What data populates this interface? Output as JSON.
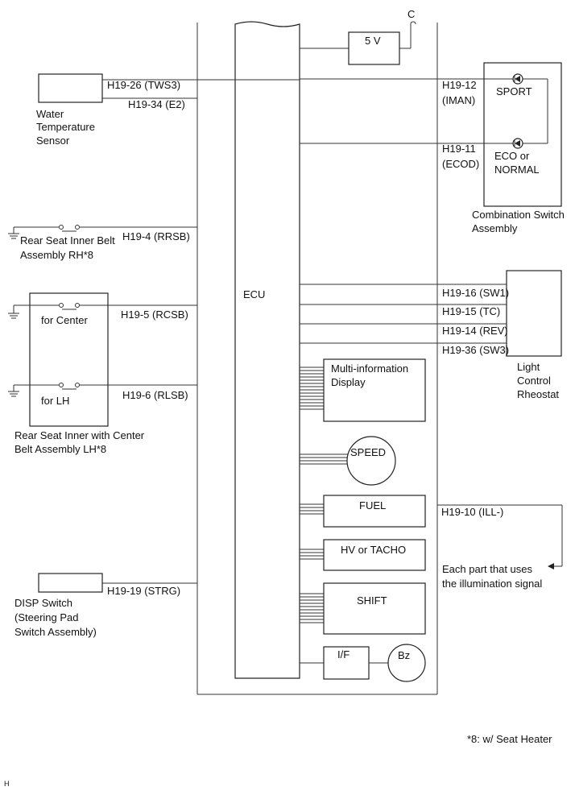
{
  "ecu": {
    "label": "ECU"
  },
  "supply": {
    "voltage": "5 V",
    "node": "C"
  },
  "sensors": {
    "water_temp": {
      "name_lines": [
        "Water",
        "Temperature",
        "Sensor"
      ],
      "pin1": "H19-26 (TWS3)",
      "pin2": "H19-34 (E2)"
    },
    "rear_rh": {
      "name_lines": [
        "Rear Seat Inner Belt",
        "Assembly RH*8"
      ],
      "pin": "H19-4 (RRSB)"
    },
    "rear_lh_center": {
      "center_label": "for Center",
      "center_pin": "H19-5 (RCSB)",
      "lh_label": "for LH",
      "lh_pin": "H19-6 (RLSB)",
      "name_lines": [
        "Rear Seat Inner with Center",
        "Belt Assembly LH*8"
      ]
    },
    "disp": {
      "name_lines": [
        "DISP Switch",
        "(Steering Pad",
        "Switch Assembly)"
      ],
      "pin": "H19-19 (STRG)"
    }
  },
  "combination_switch": {
    "sport_pin_lines": [
      "H19-12",
      "(IMAN)"
    ],
    "sport_label": "SPORT",
    "eco_pin_lines": [
      "H19-11",
      "(ECOD)"
    ],
    "eco_label_lines": [
      "ECO or",
      "NORMAL"
    ],
    "name_lines": [
      "Combination Switch",
      "Assembly"
    ]
  },
  "light_control": {
    "pins": [
      "H19-16 (SW1)",
      "H19-15 (TC)",
      "H19-14 (REV)",
      "H19-36 (SW3)"
    ],
    "name_lines": [
      "Light",
      "Control",
      "Rheostat"
    ]
  },
  "illumination": {
    "pin": "H19-10 (ILL-)",
    "target_lines": [
      "Each part that uses",
      "the illumination signal"
    ]
  },
  "modules": {
    "multi_info_lines": [
      "Multi-information",
      "Display"
    ],
    "speed": "SPEED",
    "fuel": "FUEL",
    "hv_tacho": "HV or TACHO",
    "shift": "SHIFT",
    "if": "I/F",
    "buzzer": "Bz"
  },
  "footnote": "*8: w/ Seat Heater",
  "corner_mark": "H"
}
